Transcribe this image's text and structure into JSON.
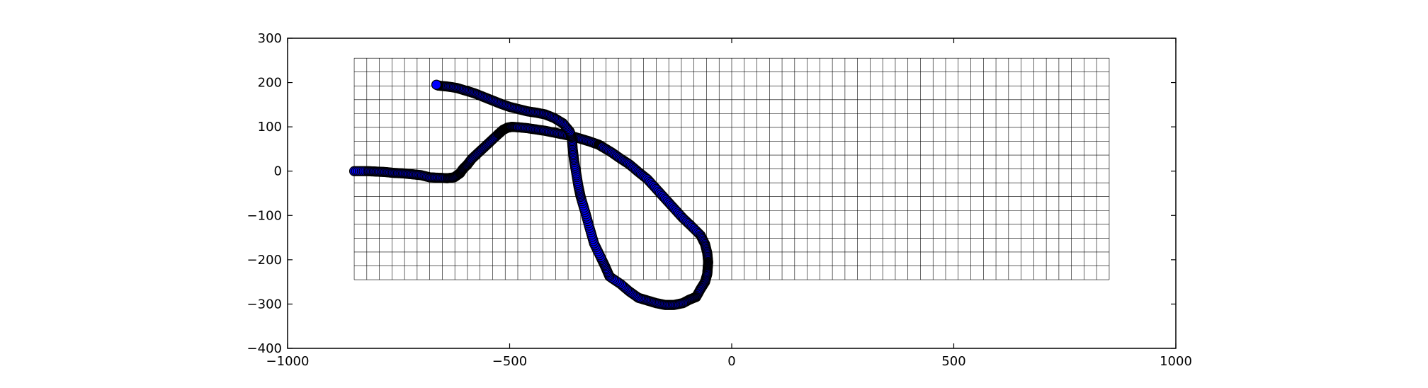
{
  "chart_data": {
    "type": "scatter",
    "title": "",
    "xlabel": "",
    "ylabel": "",
    "xlim": [
      -1000,
      1000
    ],
    "ylim": [
      -400,
      300
    ],
    "xticks": [
      -1000,
      -500,
      0,
      500,
      1000
    ],
    "yticks": [
      -400,
      -300,
      -200,
      -100,
      0,
      100,
      200,
      300
    ],
    "xtick_labels": [
      "−1000",
      "−500",
      "0",
      "500",
      "1000"
    ],
    "ytick_labels": [
      "−400",
      "−300",
      "−200",
      "−100",
      "0",
      "100",
      "200",
      "300"
    ],
    "grid": false,
    "legend": "none",
    "background_mesh": {
      "x_range": [
        -850,
        850
      ],
      "y_range": [
        -245,
        255
      ],
      "nx": 60,
      "ny": 16,
      "color": "#000000"
    },
    "series": [
      {
        "marker_color": "#0000ff",
        "edge_color": "#000000",
        "x": [
          -850,
          -820,
          -800,
          -780,
          -760,
          -740,
          -720,
          -700,
          -680,
          -660,
          -640,
          -625,
          -612,
          -605,
          -595,
          -585,
          -570,
          -555,
          -540,
          -525,
          -515,
          -505,
          -495,
          -480,
          -460,
          -440,
          -420,
          -400,
          -380,
          -360,
          -340,
          -320,
          -300,
          -290,
          -270,
          -250,
          -230,
          -210,
          -190,
          -170,
          -150,
          -130,
          -110,
          -90,
          -70,
          -60,
          -55,
          -53,
          -54,
          -55,
          -60,
          -70,
          -80,
          -95,
          -110,
          -130,
          -150,
          -170,
          -190,
          -210,
          -230,
          -250,
          -275,
          -285,
          -295,
          -310,
          -320,
          -330,
          -340,
          -345,
          -350,
          -355,
          -358,
          -360,
          -365,
          -380,
          -400,
          -420,
          -440,
          -460,
          -480,
          -500,
          -520,
          -540,
          -560,
          -580,
          -600,
          -620,
          -640,
          -660,
          -665
        ],
        "y": [
          0,
          0,
          -1,
          -2,
          -4,
          -5,
          -7,
          -9,
          -14,
          -15,
          -16,
          -14,
          -5,
          5,
          15,
          28,
          42,
          56,
          70,
          84,
          93,
          98,
          100,
          99,
          97,
          94,
          91,
          87,
          83,
          79,
          73,
          67,
          60,
          54,
          42,
          28,
          15,
          -2,
          -18,
          -40,
          -62,
          -84,
          -106,
          -125,
          -145,
          -165,
          -185,
          -205,
          -218,
          -232,
          -250,
          -266,
          -284,
          -290,
          -298,
          -302,
          -302,
          -298,
          -292,
          -286,
          -272,
          -255,
          -238,
          -215,
          -194,
          -163,
          -128,
          -92,
          -58,
          -35,
          -5,
          25,
          50,
          75,
          90,
          108,
          120,
          128,
          132,
          135,
          140,
          145,
          152,
          160,
          168,
          176,
          182,
          188,
          191,
          193,
          195
        ]
      }
    ]
  }
}
